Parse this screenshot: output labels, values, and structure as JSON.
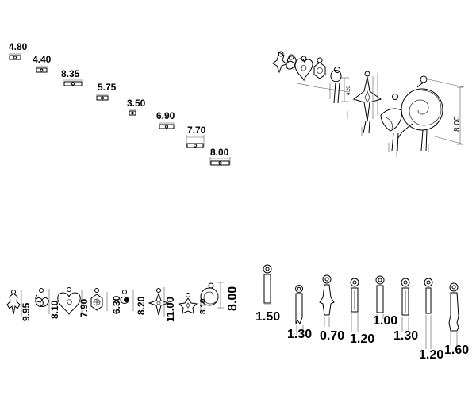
{
  "colors": {
    "ink": "#000000",
    "dimension": "#555555",
    "background": "#ffffff"
  },
  "top_left": {
    "widths": [
      "4.80",
      "4.40",
      "8.35",
      "5.75",
      "3.50",
      "6.90",
      "7.70",
      "8.00"
    ]
  },
  "top_right": {
    "overall_height": "8.00",
    "small_dim": "4.20"
  },
  "bottom_left": {
    "heights": [
      "9.95",
      "8.10",
      "7.90",
      "6.30",
      "8.20",
      "11.00",
      "8.10",
      "8.00"
    ]
  },
  "bottom_right": {
    "thicknesses": [
      "1.50",
      "1.30",
      "0.70",
      "1.20",
      "1.00",
      "1.30",
      "1.20",
      "1.60"
    ]
  }
}
